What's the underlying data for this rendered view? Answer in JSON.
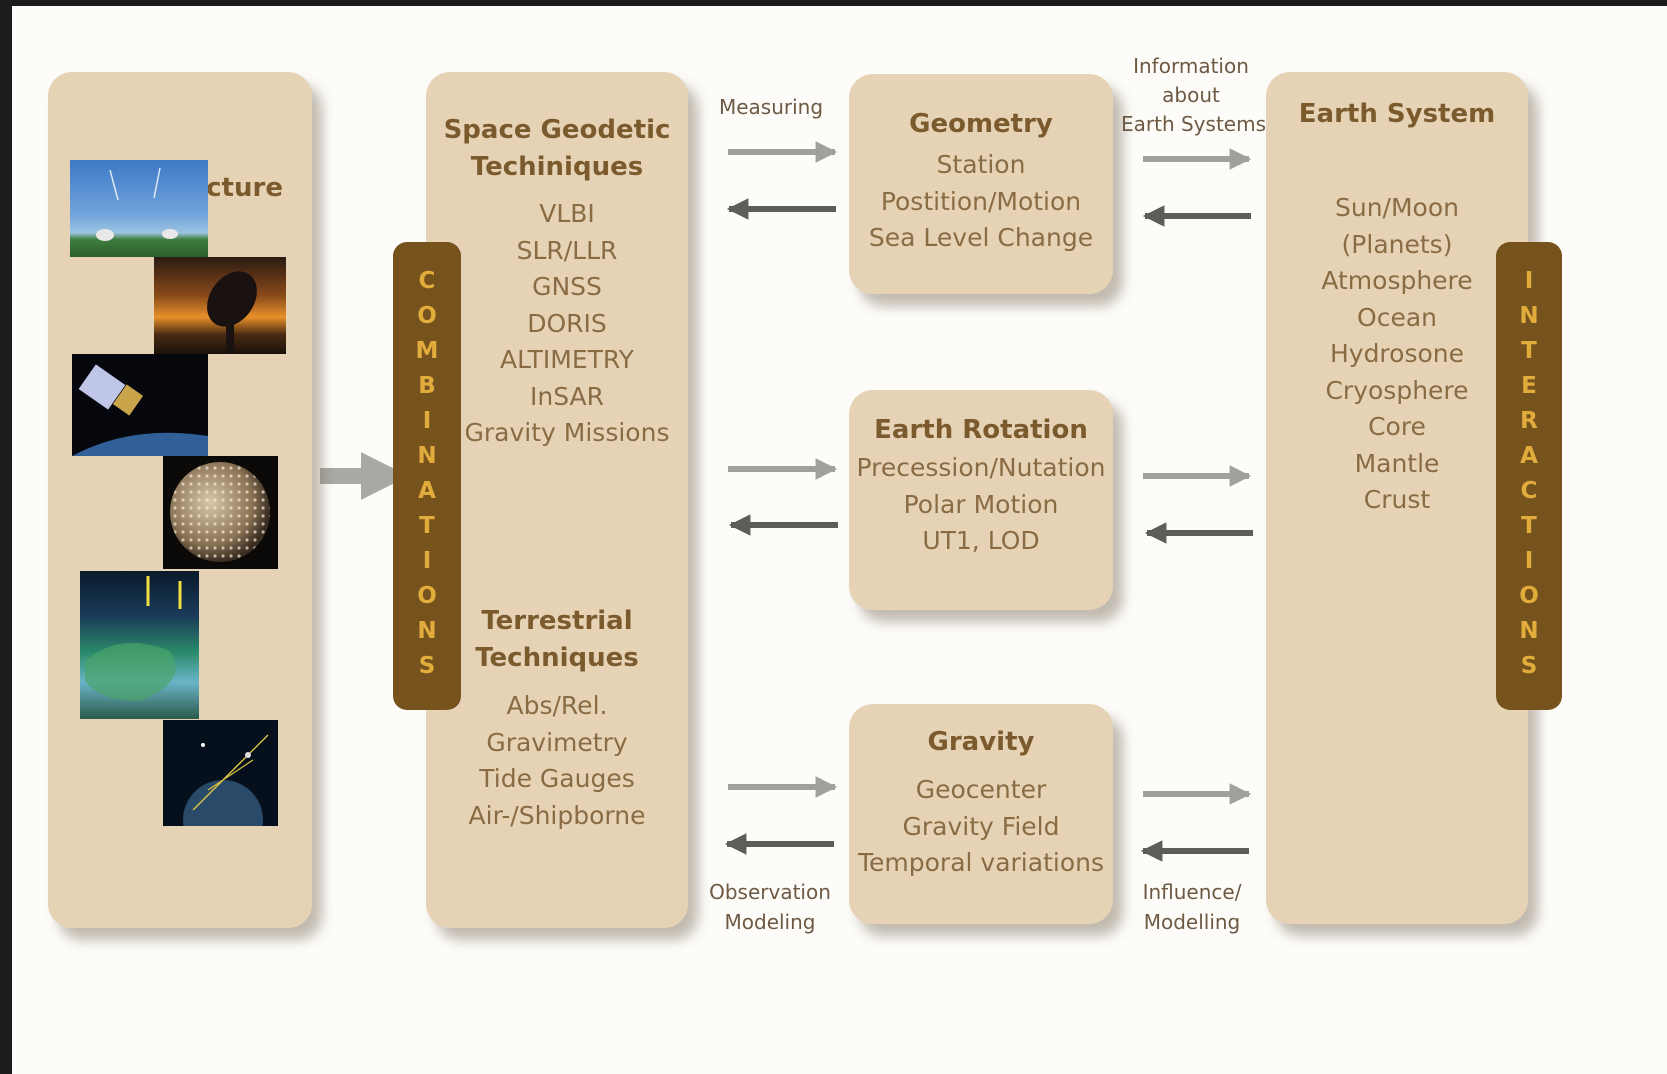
{
  "diagram": {
    "infrastructure": {
      "title": "Infrastructure"
    },
    "space_geodetic": {
      "title_lines": [
        "Space Geodetic",
        "Techiniques"
      ],
      "items": [
        "VLBI",
        "SLR/LLR",
        "GNSS",
        "DORIS",
        "ALTIMETRY",
        "InSAR",
        "Gravity Missions"
      ]
    },
    "terrestrial": {
      "title_lines": [
        "Terrestrial",
        "Techniques"
      ],
      "items": [
        "Abs/Rel.",
        "Gravimetry",
        "Tide Gauges",
        "Air-/Shipborne"
      ]
    },
    "combinations_label": "COMBINATIONS",
    "geometry": {
      "title": "Geometry",
      "items": [
        "Station",
        "Postition/Motion",
        "Sea Level Change"
      ]
    },
    "earth_rotation": {
      "title": "Earth Rotation",
      "items": [
        "Precession/Nutation",
        "Polar Motion",
        "UT1, LOD"
      ]
    },
    "gravity": {
      "title": "Gravity",
      "items": [
        "Geocenter",
        "Gravity Field",
        "Temporal variations"
      ]
    },
    "earth_system": {
      "title": "Earth System",
      "items": [
        "Sun/Moon",
        "(Planets)",
        "Atmosphere",
        "Ocean",
        "Hydrosone",
        "Cryosphere",
        "Core",
        "Mantle",
        "Crust"
      ]
    },
    "interactions_label": "INTERACTIONS",
    "labels": {
      "measuring": "Measuring",
      "information": [
        "Information",
        "about",
        "Earth Systems"
      ],
      "observation": [
        "Observation",
        "Modeling"
      ],
      "influence": [
        "Influence/",
        "Modelling"
      ]
    }
  },
  "colors": {
    "panel": "#e6d3b6",
    "title": "#7b5b2e",
    "text": "#8a6c44",
    "bar": "#76531c",
    "bar_letters": "#e2ac3c",
    "arrow_light": "#a0a09c",
    "arrow_dark": "#5d5d5a"
  }
}
